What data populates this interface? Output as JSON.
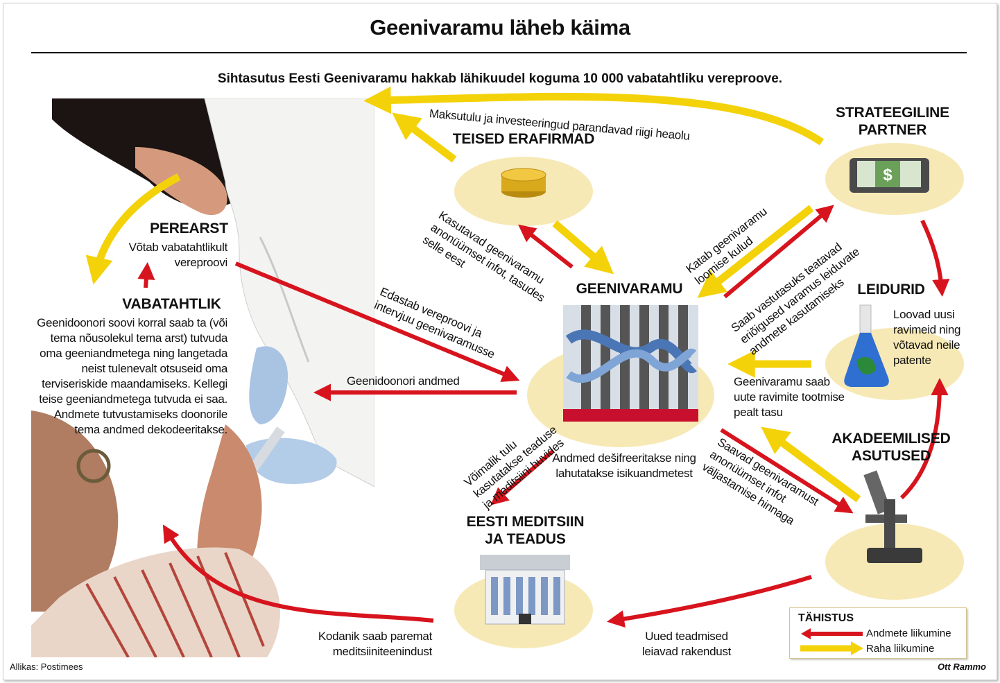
{
  "title": "Geenivaramu läheb käima",
  "subtitle": "Sihtasutus Eesti Geenivaramu hakkab lähikuudel koguma 10 000 vabatahtliku vereproove.",
  "nodes": {
    "erafirmad": "TEISED ERAFIRMAD",
    "partner": "STRATEEGILINE PARTNER",
    "geenivaramu": "GEENIVARAMU",
    "leidurid": "LEIDURID",
    "akadeemilised": "AKADEEMILISED ASUTUSED",
    "meditsiin": "EESTI MEDITSIIN JA TEADUS",
    "perearst": "PEREARST",
    "vabatahtlik": "VABATAHTLIK"
  },
  "labels": {
    "maksutulu": "Maksutulu ja investeeringud parandavad riigi heaolu",
    "perearst_text": "Võtab vabatahtlikult vereproovi",
    "vabatahtlik_text": "Geenidoonori soovi korral saab ta (või tema nõusolekul tema arst) tutvuda oma geeniandmetega ning langetada neist tulenevalt otsuseid oma terviseriskide maandamiseks. Kellegi teise geeniandmetega tutvuda ei saa. Andmete tutvustamiseks doonorile tema andmed dekodeeritakse.",
    "kasutavad": "Kasutavad geenivaramu anonüümset infot, tasudes selle eest",
    "katab": "Katab geenivaramu loomise kulud",
    "saab_vastutasuks": "Saab vastutasuks teatavad eriõigused varamus leiduvate andmete kasutamiseks",
    "edastab": "Edastab vereproovi ja intervjuu geenivaramusse",
    "geenidoonori": "Geenidoonori andmed",
    "loovad": "Loovad uusi ravimeid ning võtavad neile patente",
    "geenivaramu_tasu": "Geenivaramu saab uute ravimite tootmise pealt tasu",
    "andmed": "Andmed dešifreeritakse ning lahutatakse isikuandmetest",
    "voimalik": "Võimalik tulu kasutatakse teaduse ja meditsiini huvides",
    "saavad": "Saavad geenivaramust anonüümset infot väljastamise hinnaga",
    "uued": "Uued teadmised leiavad rakendust",
    "kodanik": "Kodanik saab paremat meditsiiniteenindust"
  },
  "legend": {
    "title": "TÄHISTUS",
    "data": "Andmete liikumine",
    "money": "Raha liikumine"
  },
  "colors": {
    "data_arrow": "#d7141d",
    "money_arrow": "#f4d20a",
    "platform": "#f7e9b5"
  },
  "source": "Allikas: Postimees",
  "author": "Ott Rammo"
}
